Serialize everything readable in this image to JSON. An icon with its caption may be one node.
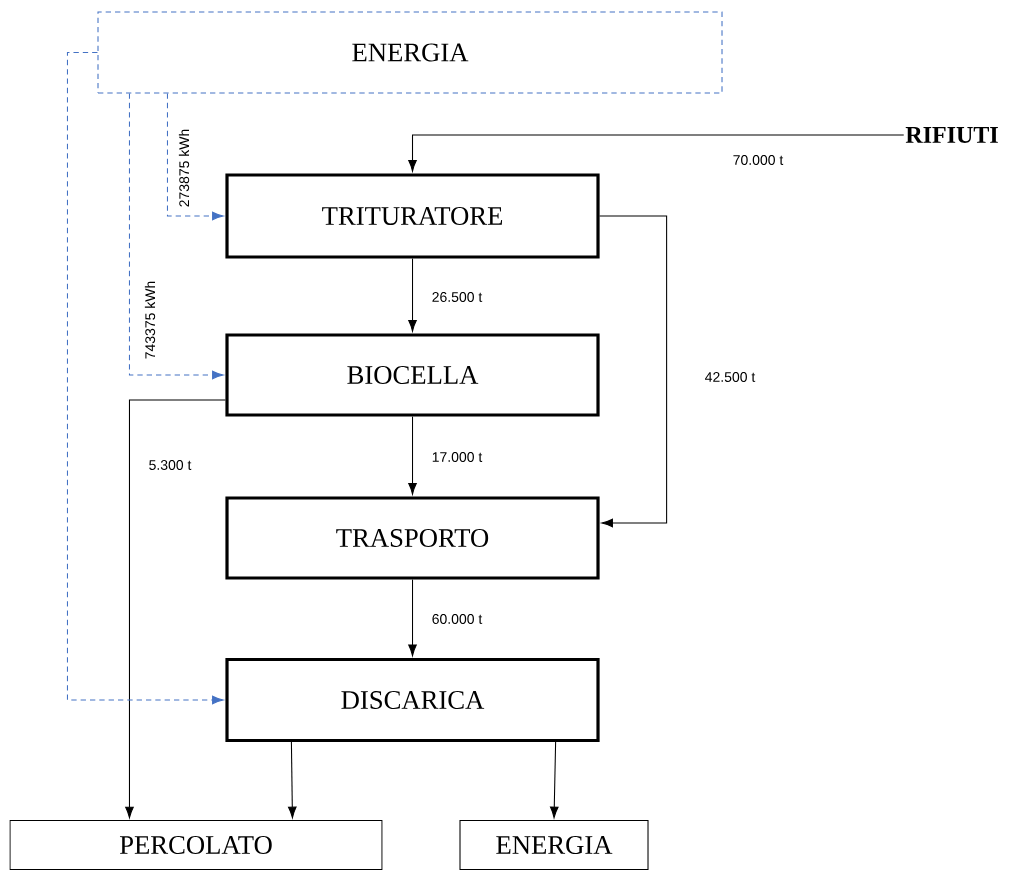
{
  "diagram": {
    "nodes": [
      {
        "text": [
          "ENERGIA"
        ]
      },
      {
        "text": [
          "RIFIUTI"
        ]
      },
      {
        "text": [
          "TRITURATORE"
        ]
      },
      {
        "text": [
          "BIOCELLA"
        ]
      },
      {
        "text": [
          "TRASPORTO"
        ]
      },
      {
        "text": [
          "DISCARICA"
        ]
      },
      {
        "text": [
          "PERCOLATO"
        ]
      },
      {
        "text": [
          "ENERGIA"
        ]
      }
    ],
    "edges": [
      {
        "from": 1,
        "to": 2,
        "arrow": "to",
        "label": "70.000 t"
      },
      {
        "from": 2,
        "to": 3,
        "arrow": "to",
        "label": "26.500 t"
      },
      {
        "from": 3,
        "to": 4,
        "arrow": "to",
        "label": "17.000 t"
      },
      {
        "from": 4,
        "to": 5,
        "arrow": "to",
        "label": "60.000 t"
      },
      {
        "from": 2,
        "to": 4,
        "arrow": "to",
        "label": "42.500 t"
      },
      {
        "from": 3,
        "to": 6,
        "arrow": "to",
        "label": "5.300 t"
      },
      {
        "from": 5,
        "to": 6,
        "arrow": "to"
      },
      {
        "from": 5,
        "to": 7,
        "arrow": "to"
      },
      {
        "from": 0,
        "to": 2,
        "arrow": "to",
        "label": "273875 kWh",
        "style": "dashed",
        "color": "#4472c4"
      },
      {
        "from": 0,
        "to": 3,
        "arrow": "to",
        "label": "743375 kWh",
        "style": "dashed",
        "color": "#4472c4"
      },
      {
        "from": 0,
        "to": 5,
        "arrow": "to",
        "style": "dashed",
        "color": "#4472c4"
      }
    ]
  }
}
